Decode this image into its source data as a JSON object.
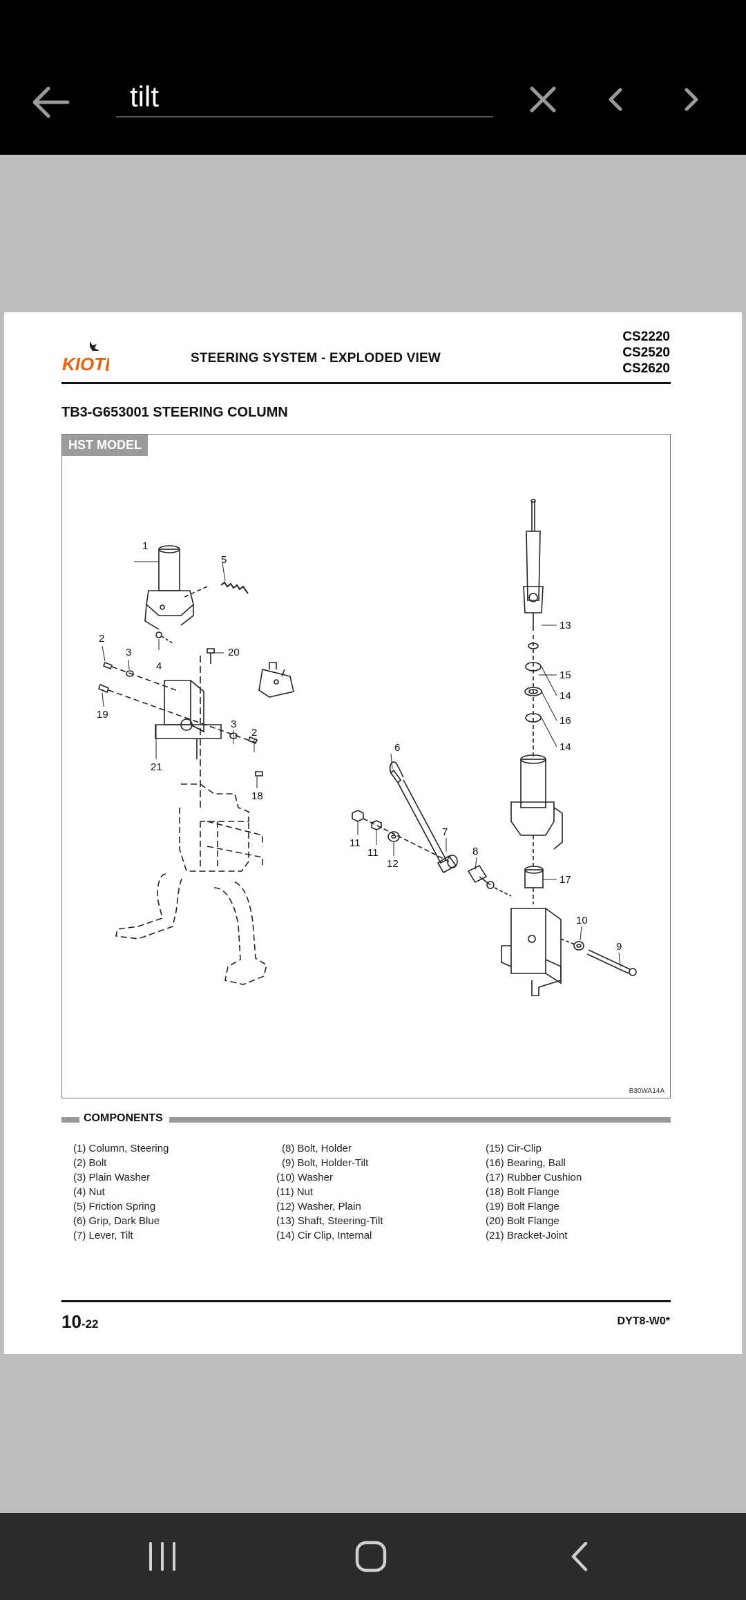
{
  "search": {
    "query": "tilt"
  },
  "header": {
    "brand": "KIOTI",
    "title": "STEERING SYSTEM - EXPLODED VIEW",
    "models": [
      "CS2220",
      "CS2520",
      "CS2620"
    ]
  },
  "section_title": "TB3-G653001 STEERING COLUMN",
  "diagram": {
    "badge": "HST MODEL",
    "figure_code": "B30WA14A",
    "callouts": [
      "1",
      "5",
      "2",
      "3",
      "4",
      "20",
      "19",
      "3",
      "2",
      "21",
      "18",
      "13",
      "15",
      "14",
      "16",
      "14",
      "6",
      "11",
      "11",
      "12",
      "7",
      "8",
      "17",
      "10",
      "9"
    ]
  },
  "components": {
    "heading": "COMPONENTS",
    "col1": [
      "(1) Column, Steering",
      "(2) Bolt",
      "(3) Plain Washer",
      "(4) Nut",
      "(5) Friction Spring",
      "(6) Grip, Dark Blue",
      "(7) Lever, Tilt"
    ],
    "col2": [
      "(8) Bolt, Holder",
      "(9) Bolt, Holder-Tilt",
      "(10) Washer",
      "(11) Nut",
      "(12) Washer, Plain",
      "(13) Shaft, Steering-Tilt",
      "(14) Cir Clip, Internal"
    ],
    "col3": [
      "(15) Cir-Clip",
      "(16) Bearing, Ball",
      "(17) Rubber Cushion",
      "(18) Bolt Flange",
      "(19) Bolt Flange",
      "(20) Bolt Flange",
      "(21) Bracket-Joint"
    ]
  },
  "footer": {
    "page_big": "10",
    "page_small": "-22",
    "doc_code": "DYT8-W0*"
  },
  "colors": {
    "brand_orange": "#e8620c",
    "top_bar": "#000000",
    "nav_bar": "#2b2b2b",
    "viewer_bg": "#bdbdbd"
  }
}
